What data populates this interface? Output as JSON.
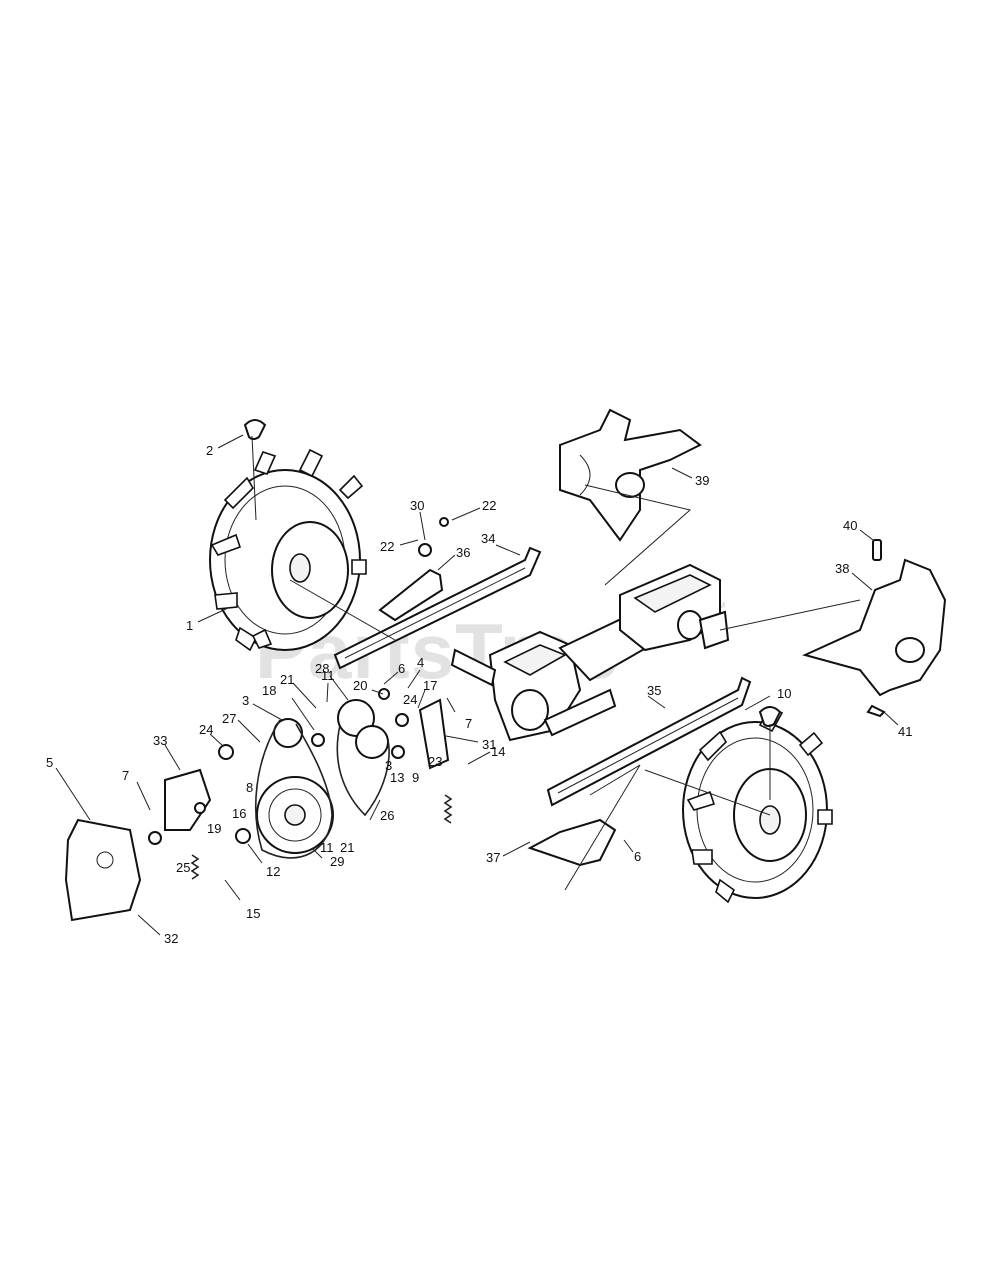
{
  "watermark": {
    "text": "PartsTree",
    "trademark": "™"
  },
  "callouts": [
    "1",
    "2",
    "3",
    "3",
    "4",
    "5",
    "6",
    "6",
    "7",
    "7",
    "8",
    "9",
    "10",
    "11",
    "11",
    "12",
    "13",
    "14",
    "15",
    "16",
    "17",
    "18",
    "19",
    "20",
    "21",
    "21",
    "22",
    "22",
    "23",
    "24",
    "24",
    "25",
    "26",
    "27",
    "28",
    "29",
    "30",
    "31",
    "32",
    "33",
    "34",
    "35",
    "36",
    "37",
    "38",
    "39",
    "40",
    "41"
  ]
}
